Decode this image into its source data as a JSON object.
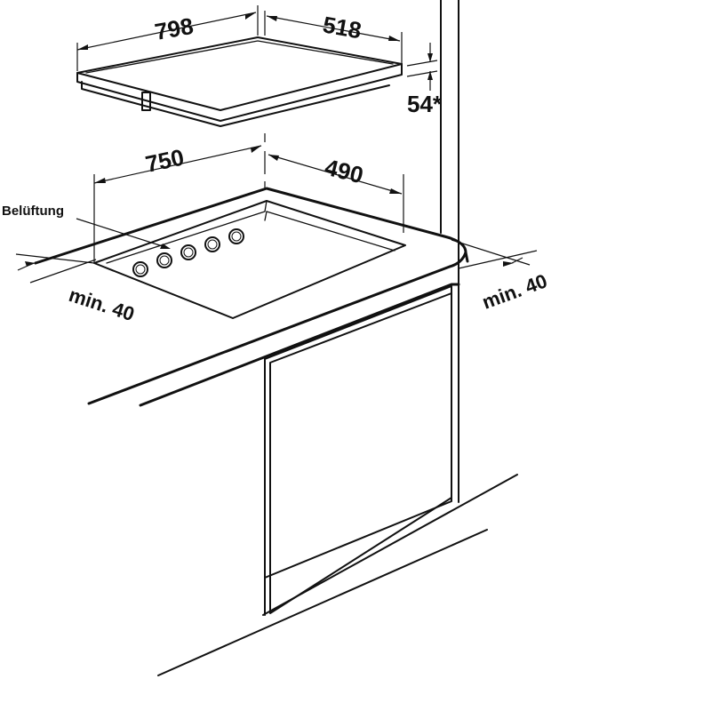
{
  "dimensions": {
    "hob_width": "798",
    "hob_depth": "518",
    "hob_height": "54*",
    "cutout_width": "750",
    "cutout_depth": "490",
    "clearance_left": "min. 40",
    "clearance_right": "min. 40"
  },
  "labels": {
    "ventilation": "Belüftung"
  }
}
